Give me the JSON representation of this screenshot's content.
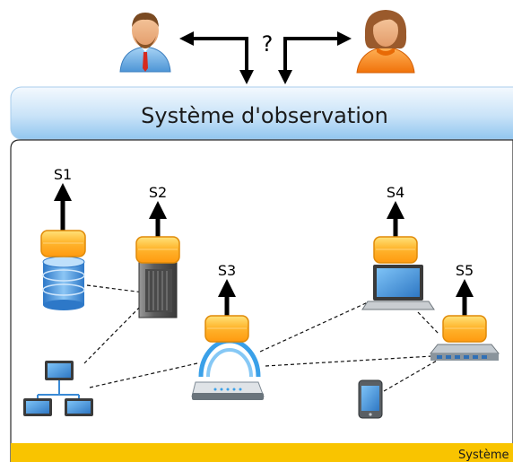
{
  "question_mark": "?",
  "banner": {
    "title": "Système d'observation"
  },
  "sensors": [
    {
      "label": "S1",
      "device": "database"
    },
    {
      "label": "S2",
      "device": "server"
    },
    {
      "label": "S3",
      "device": "wifi-router"
    },
    {
      "label": "S4",
      "device": "laptop"
    },
    {
      "label": "S5",
      "device": "network-switch"
    }
  ],
  "footer": {
    "label": "Système"
  },
  "colors": {
    "banner_top": "#eaf4fd",
    "banner_bottom": "#9fcdf1",
    "sensor_orange": "#ffb733",
    "footer_yellow": "#f9c400"
  }
}
